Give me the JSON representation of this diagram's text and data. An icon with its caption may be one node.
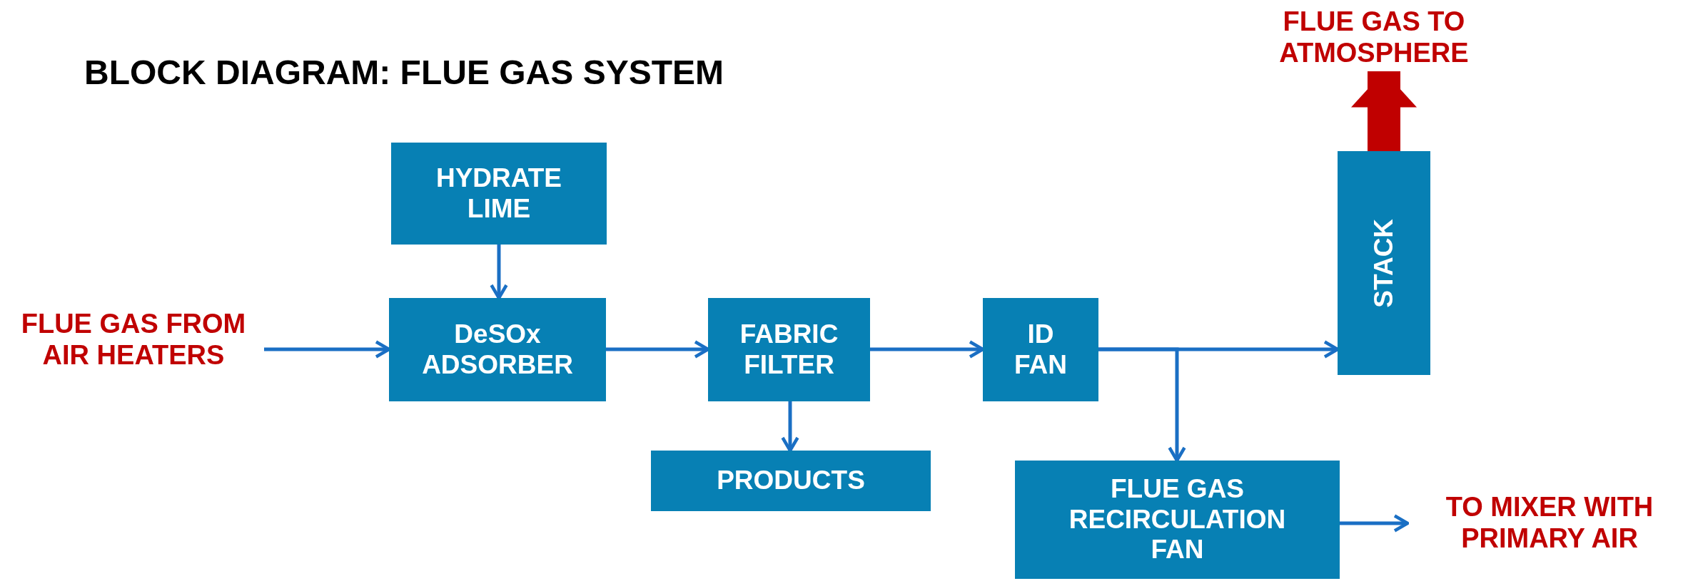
{
  "diagram": {
    "title": "BLOCK DIAGRAM: FLUE GAS SYSTEM",
    "nodes": [
      {
        "text": [
          "FLUE GAS TO ATMOSPHERE"
        ]
      },
      {
        "text": [
          "HYDRATE LIME"
        ]
      },
      {
        "text": [
          "STACK"
        ]
      },
      {
        "text": [
          "FLUE GAS FROM AIR HEATERS"
        ]
      },
      {
        "text": [
          "DeSOx ADSORBER"
        ]
      },
      {
        "text": [
          "FABRIC FILTER"
        ]
      },
      {
        "text": [
          "ID FAN"
        ]
      },
      {
        "text": [
          "PRODUCTS"
        ]
      },
      {
        "text": [
          "FLUE GAS RECIRCULATION FAN"
        ]
      },
      {
        "text": [
          "TO MIXER WITH PRIMARY AIR"
        ]
      }
    ],
    "edges": [
      {
        "from": 3,
        "to": 4,
        "arrow": "to"
      },
      {
        "from": 1,
        "to": 4,
        "arrow": "to"
      },
      {
        "from": 4,
        "to": 5,
        "arrow": "to"
      },
      {
        "from": 5,
        "to": 7,
        "arrow": "to"
      },
      {
        "from": 5,
        "to": 6,
        "arrow": "to"
      },
      {
        "from": 6,
        "to": 2,
        "arrow": "to"
      },
      {
        "from": 6,
        "to": 8,
        "arrow": "to"
      },
      {
        "from": 2,
        "to": 0,
        "arrow": "to",
        "style": "thick",
        "color": "#c00000"
      },
      {
        "from": 8,
        "to": 9,
        "arrow": "to"
      }
    ]
  }
}
